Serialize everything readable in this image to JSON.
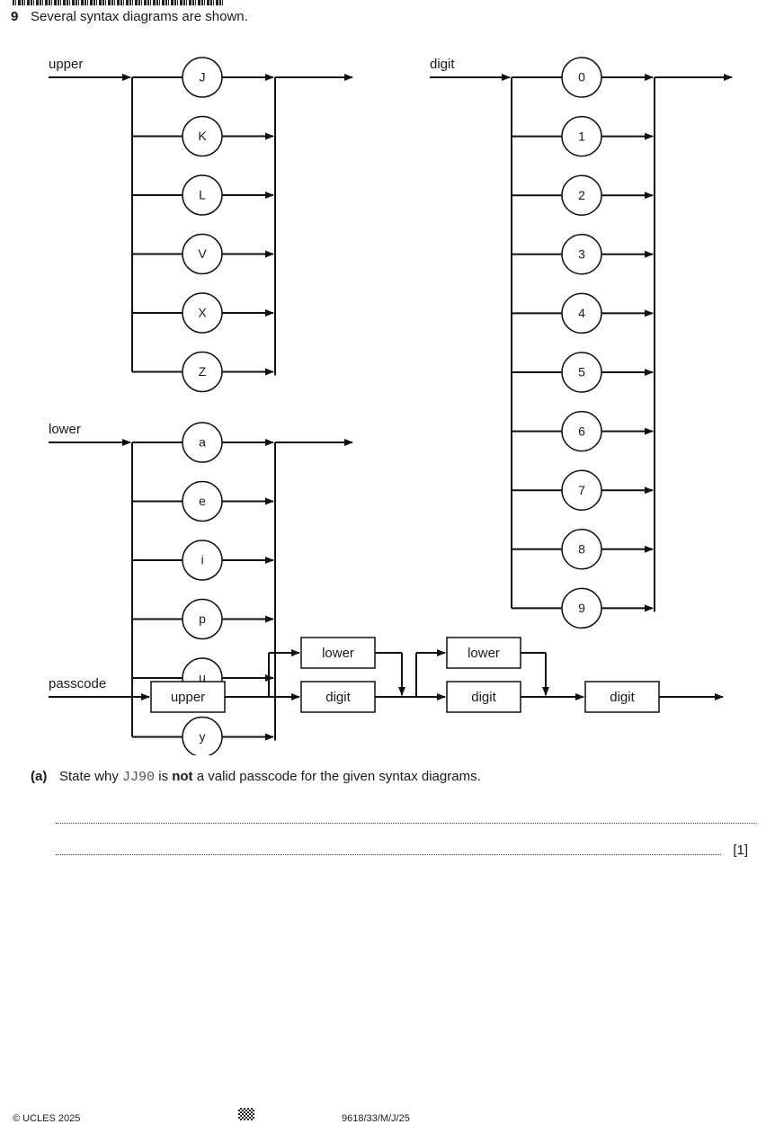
{
  "question": {
    "number": "9",
    "intro": "Several syntax diagrams are shown."
  },
  "diagrams": {
    "upper": {
      "name": "upper",
      "options": [
        "J",
        "K",
        "L",
        "V",
        "X",
        "Z"
      ]
    },
    "lower": {
      "name": "lower",
      "options": [
        "a",
        "e",
        "i",
        "p",
        "u",
        "y"
      ]
    },
    "digit": {
      "name": "digit",
      "options": [
        "0",
        "1",
        "2",
        "3",
        "4",
        "5",
        "6",
        "7",
        "8",
        "9"
      ]
    },
    "passcode": {
      "name": "passcode",
      "boxes": {
        "upper": "upper",
        "lower1": "lower",
        "digit1": "digit",
        "lower2": "lower",
        "digit2": "digit",
        "digit3": "digit"
      }
    }
  },
  "part_a": {
    "label": "(a)",
    "text_before": "State why ",
    "code": "JJ90",
    "text_is": " is ",
    "bold_word": "not",
    "text_after": " a valid passcode for the given syntax diagrams.",
    "marks": "[1]"
  },
  "footer": {
    "copyright": "© UCLES 2025",
    "code": "9618/33/M/J/25"
  }
}
